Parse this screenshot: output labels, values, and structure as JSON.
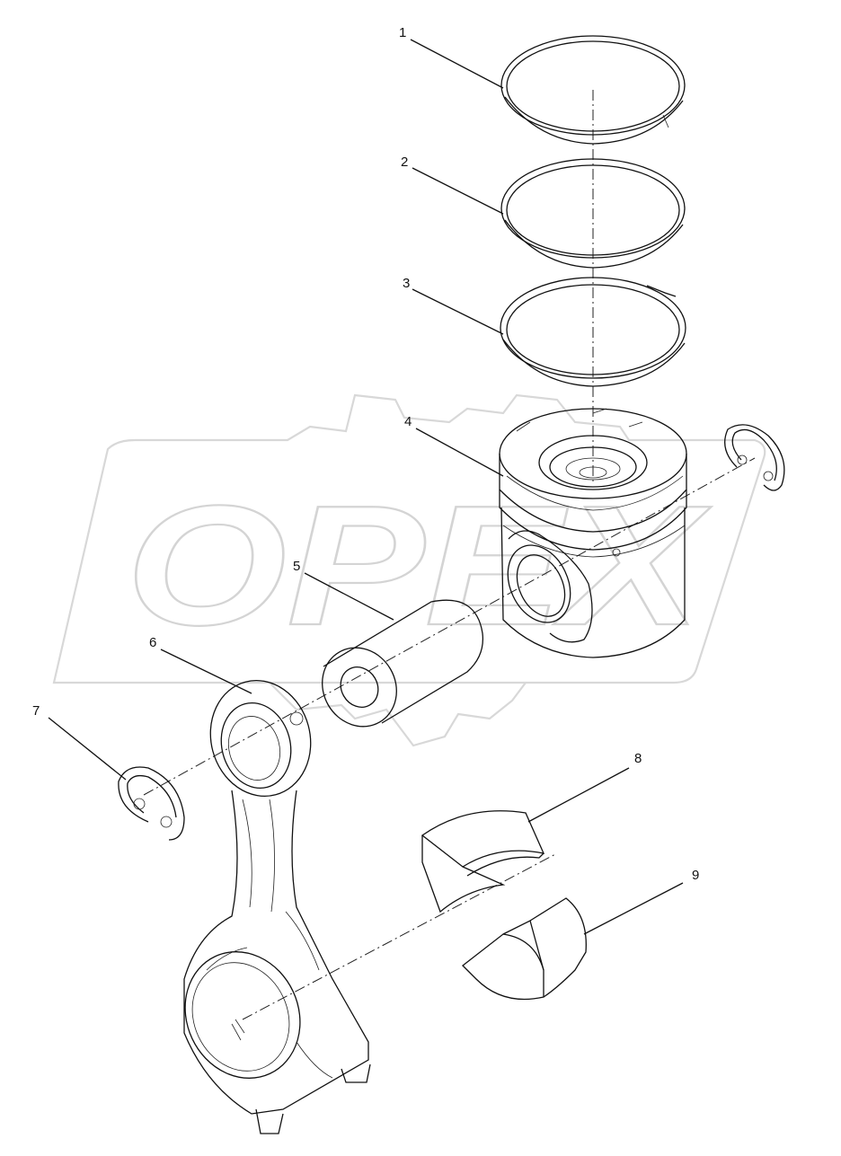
{
  "watermark": {
    "text": "OPEX"
  },
  "callouts": [
    "1",
    "2",
    "3",
    "4",
    "5",
    "6",
    "7",
    "8",
    "9"
  ]
}
